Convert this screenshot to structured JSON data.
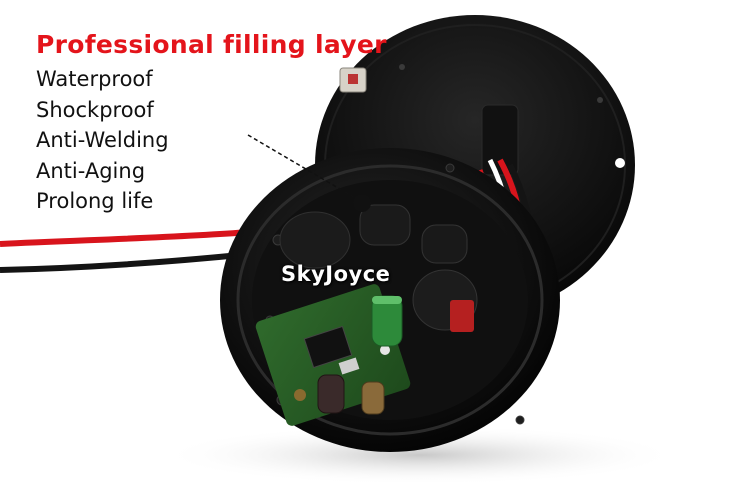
{
  "headline": "Professional filling layer",
  "features": [
    "Waterproof",
    "Shockproof",
    "Anti-Welding",
    "Anti-Aging",
    "Prolong life"
  ],
  "watermark": "SkyJoyce",
  "colors": {
    "headline": "#e4141b",
    "text": "#111111",
    "housing": "#0d0d0d",
    "wire_red": "#d8141c",
    "wire_black": "#141414"
  }
}
